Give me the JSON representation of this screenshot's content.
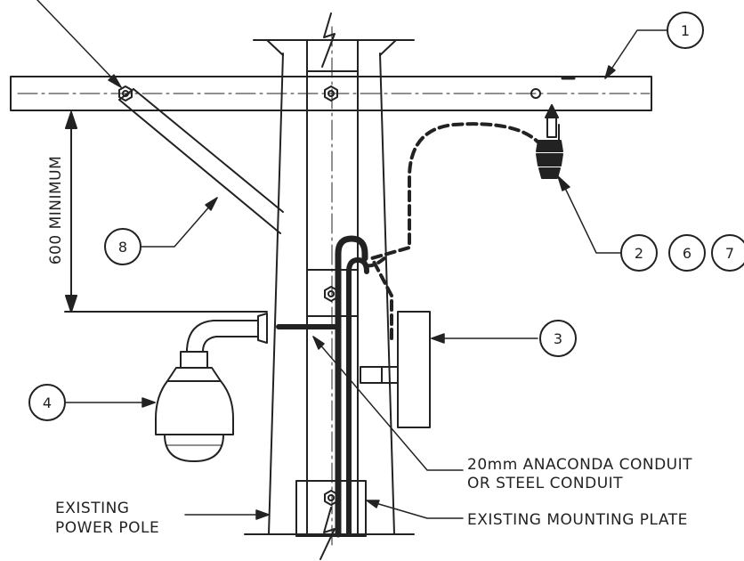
{
  "drawing": {
    "dimension_text": "600 MINIMUM",
    "labels": {
      "conduit_line1": "20mm ANACONDA CONDUIT",
      "conduit_line2": "OR STEEL CONDUIT",
      "mounting_plate": "EXISTING MOUNTING PLATE",
      "pole_line1": "EXISTING",
      "pole_line2": "POWER POLE"
    },
    "callouts": {
      "c1": "1",
      "c2": "2",
      "c3": "3",
      "c4": "4",
      "c6": "6",
      "c7": "7",
      "c8": "8"
    },
    "colors": {
      "line": "#222222",
      "background": "#ffffff"
    }
  }
}
